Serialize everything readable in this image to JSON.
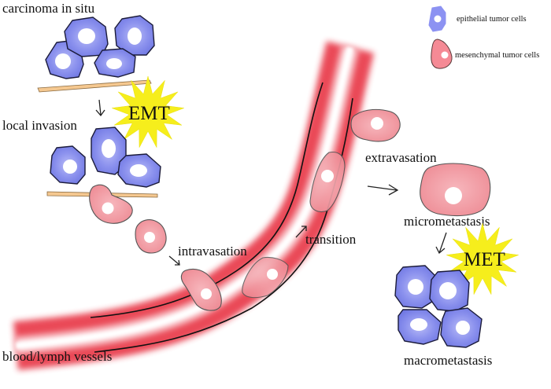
{
  "diagram": {
    "title": "Epithelial-mesenchymal transition in tumor metastasis",
    "colors": {
      "epithelial_cell": "#7b82e8",
      "mesenchymal_cell": "#f0919a",
      "vessel": "#e9404f",
      "basement_membrane": "#f5c890",
      "burst": "#f6ee1c"
    },
    "legend": [
      {
        "icon": "epithelial-cell-icon",
        "label": "epithelial tumor cells"
      },
      {
        "icon": "mesenchymal-cell-icon",
        "label": "mesenchymal tumor cells"
      }
    ],
    "stages": {
      "carcinoma": "carcinoma in situ",
      "local_invasion": "local invasion",
      "intravasation": "intravasation",
      "transition": "transition",
      "extravasation": "extravasation",
      "micrometastasis": "micrometastasis",
      "macrometastasis": "macrometastasis",
      "vessels": "blood/lymph vessels"
    },
    "bursts": {
      "emt": "EMT",
      "met": "MET"
    }
  }
}
